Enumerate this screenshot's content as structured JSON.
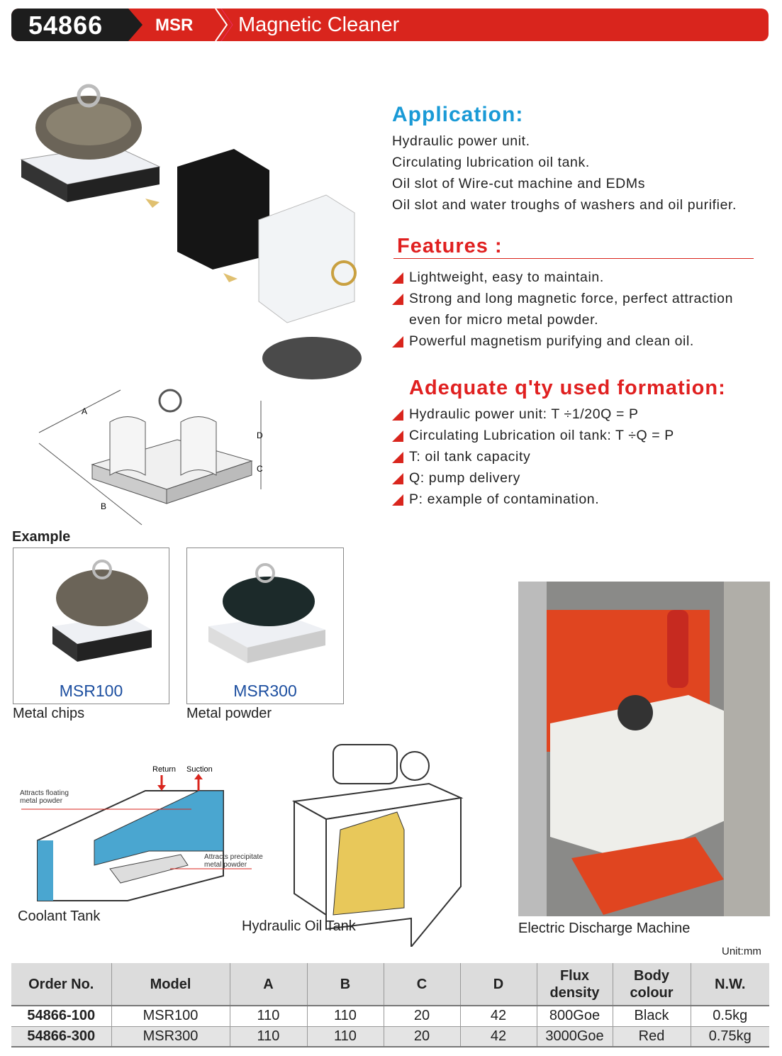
{
  "header": {
    "code": "54866",
    "series": "MSR",
    "title": "Magnetic Cleaner"
  },
  "application": {
    "title": "Application:",
    "lines": [
      "Hydraulic power unit.",
      "Circulating lubrication oil tank.",
      "Oil slot of Wire-cut machine and EDMs",
      "Oil slot and water troughs of washers and oil purifier."
    ]
  },
  "features": {
    "title": "Features :",
    "items": [
      "Lightweight, easy to maintain.",
      "Strong and long magnetic force, perfect attraction",
      "even for micro metal powder.",
      "Powerful magnetism purifying and clean oil."
    ]
  },
  "formation": {
    "title": "Adequate q'ty used formation:",
    "items": [
      "Hydraulic power unit:  T ÷1/20Q = P",
      "Circulating Lubrication oil tank: T ÷Q = P",
      "T: oil tank capacity",
      "Q: pump delivery",
      "P: example of contamination."
    ]
  },
  "dimension_labels": {
    "a": "A",
    "b": "B",
    "c": "C",
    "d": "D"
  },
  "example": {
    "title": "Example",
    "items": [
      {
        "model": "MSR100",
        "caption": "Metal chips"
      },
      {
        "model": "MSR300",
        "caption": "Metal powder"
      }
    ]
  },
  "diagrams": {
    "coolant": {
      "caption": "Coolant Tank",
      "return": "Return",
      "suction": "Suction",
      "floating": "Attracts floating metal powder",
      "precipitate": "Attracts precipitate metal powder"
    },
    "hydraulic": {
      "caption": "Hydraulic Oil Tank"
    },
    "edm": {
      "caption": "Electric Discharge Machine"
    }
  },
  "unit": "Unit:mm",
  "table": {
    "headers": [
      "Order No.",
      "Model",
      "A",
      "B",
      "C",
      "D",
      "Flux density",
      "Body colour",
      "N.W."
    ],
    "rows": [
      [
        "54866-100",
        "MSR100",
        "110",
        "110",
        "20",
        "42",
        "800Goe",
        "Black",
        "0.5kg"
      ],
      [
        "54866-300",
        "MSR300",
        "110",
        "110",
        "20",
        "42",
        "3000Goe",
        "Red",
        "0.75kg"
      ]
    ]
  },
  "colors": {
    "brand_red": "#d9251d",
    "heading_blue": "#1a9ad6",
    "model_blue": "#1d4fa0"
  }
}
